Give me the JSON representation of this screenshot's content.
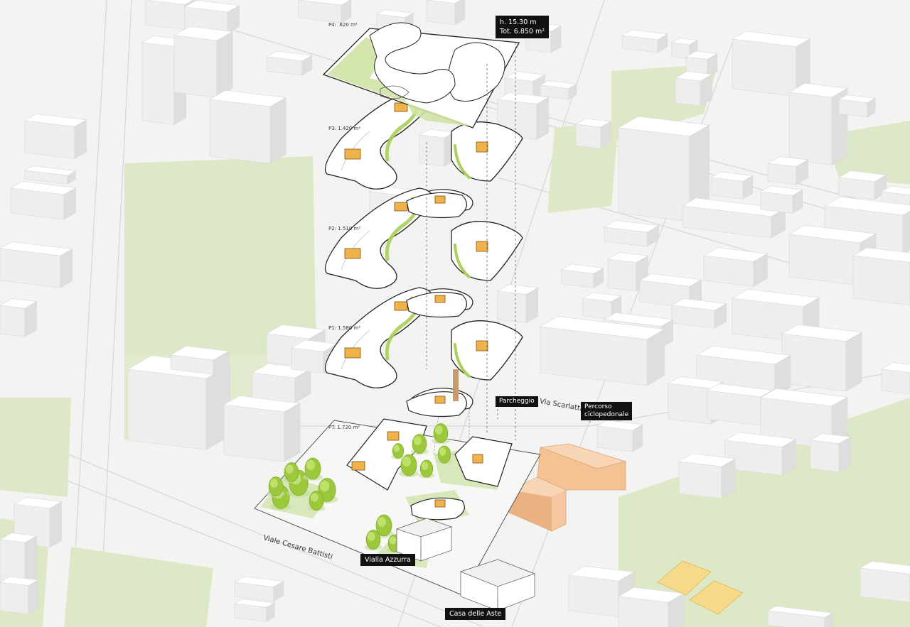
{
  "floors": [
    {
      "id": "P4",
      "label": "P4:",
      "area": "620 m²"
    },
    {
      "id": "P3",
      "label": "P3:",
      "area": "1.420 m²"
    },
    {
      "id": "P2",
      "label": "P2:",
      "area": "1.510 m²"
    },
    {
      "id": "P1",
      "label": "P1:",
      "area": "1.580 m²"
    },
    {
      "id": "PT",
      "label": "PT:",
      "area": "1.720 m²"
    }
  ],
  "summary": {
    "height": "h. 15.30 m",
    "total": "Tot. 6.850 m²"
  },
  "callouts": {
    "parking": "Parcheggio",
    "cycle_line1": "Percorso",
    "cycle_line2": "ciclopedonale",
    "villa": "Vialla Azzurra",
    "casa": "Casa delle Aste"
  },
  "roads": {
    "scarlatti": "Via Scarlatti",
    "battisti": "Viale Cesare Battisti"
  },
  "colors": {
    "background": "#f3f3f1",
    "park": "#dde9c6",
    "building": "#ffffff",
    "building_side": "#dedede",
    "highlight": "#f3c393",
    "core": "#f2b24a",
    "tree": "#9cc83c",
    "label_bg": "#111111"
  }
}
